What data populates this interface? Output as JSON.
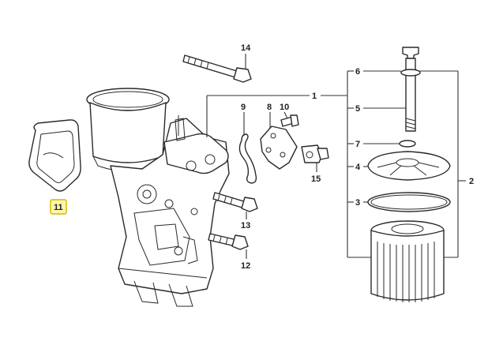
{
  "callouts": {
    "c1": "1",
    "c2": "2",
    "c3": "3",
    "c4": "4",
    "c5": "5",
    "c6": "6",
    "c7": "7",
    "c8": "8",
    "c9": "9",
    "c10": "10",
    "c11": "11",
    "c12": "12",
    "c13": "13",
    "c14": "14",
    "c15": "15"
  },
  "highlight": {
    "part": "11",
    "fill": "#fff6a8",
    "border": "#d4b800"
  }
}
